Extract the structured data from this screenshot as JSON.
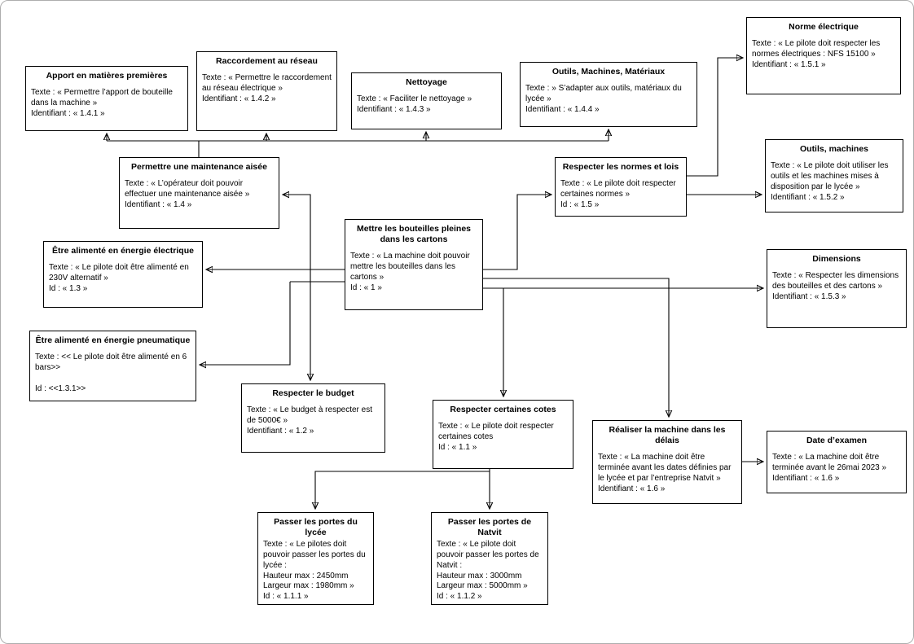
{
  "diagram": {
    "boxes": {
      "apport": {
        "title": "Apport en matières premières",
        "text": "Texte : « Permettre l’apport de bouteille dans la machine »",
        "id_label": "Identifiant : « 1.4.1 »"
      },
      "raccordement": {
        "title": "Raccordement au réseau",
        "text": "Texte : « Permettre le raccordement au réseau électrique »",
        "id_label": "Identifiant : « 1.4.2 »"
      },
      "nettoyage": {
        "title": "Nettoyage",
        "text": "Texte : « Faciliter le nettoyage »",
        "id_label": "Identifiant : « 1.4.3 »"
      },
      "outils_materiaux": {
        "title": "Outils, Machines, Matériaux",
        "text": "Texte : » S’adapter aux outils, matériaux du lycée »",
        "id_label": "Identifiant : « 1.4.4 »"
      },
      "norme_electrique": {
        "title": "Norme électrique",
        "text": "Texte : « Le pilote doit respecter les normes électriques : NFS 15100 »",
        "id_label": "Identifiant : « 1.5.1 »"
      },
      "maintenance": {
        "title": "Permettre une maintenance aisée",
        "text": "Texte : « L’opérateur doit pouvoir effectuer une maintenance aisée »",
        "id_label": "Identifiant : « 1.4 »"
      },
      "normes_lois": {
        "title": "Respecter les normes et lois",
        "text": "Texte : « Le pilote doit respecter certaines normes »",
        "id_label": "Id : « 1.5 »"
      },
      "outils_machines": {
        "title": "Outils, machines",
        "text": "Texte : « Le pilote doit utiliser les outils et les machines mises à disposition par le lycée »",
        "id_label": "Identifiant : « 1.5.2 »"
      },
      "bouteilles_cartons": {
        "title": "Mettre les bouteilles pleines dans les cartons",
        "text": "Texte : « La machine doit pouvoir mettre les bouteilles dans les cartons »",
        "id_label": "Id : « 1 »"
      },
      "energie_electrique": {
        "title": "Être alimenté en énergie électrique",
        "text": "Texte : « Le pilote doit être alimenté en 230V alternatif »",
        "id_label": "Id : « 1.3 »"
      },
      "dimensions": {
        "title": "Dimensions",
        "text": "Texte : « Respecter les dimensions des bouteilles et des cartons »",
        "id_label": "Identifiant : « 1.5.3 »"
      },
      "energie_pneumatique": {
        "title": "Être alimenté en énergie pneumatique",
        "text": "Texte : << Le pilote doit être alimenté en 6 bars>>",
        "id_label": "Id : <<1.3.1>>"
      },
      "budget": {
        "title": "Respecter le budget",
        "text": "Texte : « Le budget à respecter est de 5000€ »",
        "id_label": "Identifiant : « 1.2 »"
      },
      "cotes": {
        "title": "Respecter certaines cotes",
        "text": "Texte : « Le pilote doit respecter certaines cotes",
        "id_label": "Id : « 1.1 »"
      },
      "delais": {
        "title": "Réaliser la machine dans les délais",
        "text": "Texte : « La machine doit être terminée avant les dates définies par le lycée et par l’entreprise Natvit »",
        "id_label": "Identifiant : « 1.6 »"
      },
      "date_examen": {
        "title": "Date d’examen",
        "text": "Texte : « La machine doit être terminée avant le 26mai 2023 »",
        "id_label": "Identifiant : « 1.6 »"
      },
      "portes_lycee": {
        "title": "Passer les portes du lycée",
        "text": "Texte : « Le pilotes doit pouvoir passer les portes du lycée :",
        "hauteur": "Hauteur max : 2450mm",
        "largeur": "Largeur max : 1980mm »",
        "id_label": "Id : « 1.1.1 »"
      },
      "portes_natvit": {
        "title": "Passer les portes de Natvit",
        "text": "Texte : « Le pilote doit pouvoir passer les portes de Natvit :",
        "hauteur": "Hauteur max : 3000mm",
        "largeur": "Largeur max : 5000mm »",
        "id_label": "Id : « 1.1.2 »"
      }
    }
  }
}
